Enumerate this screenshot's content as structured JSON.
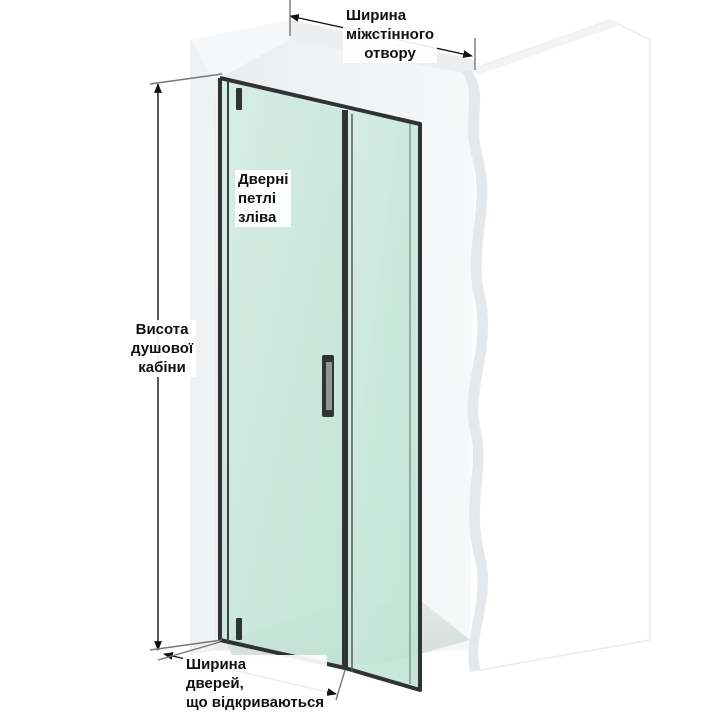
{
  "labels": {
    "opening_width": [
      "Ширина",
      "міжстінного",
      "отвору"
    ],
    "hinges": [
      "Дверні",
      "петлі",
      "зліва"
    ],
    "cabin_height": [
      "Висота",
      "душової",
      "кабіни"
    ],
    "door_width": [
      "Ширина",
      "дверей,",
      "що відкриваються"
    ]
  },
  "colors": {
    "background": "#ffffff",
    "wall": "#f4f5f6",
    "wall_shade": "#e7e9eb",
    "glass": "#cfe9e0",
    "frame": "#2f3334",
    "dimension_line": "#111111"
  }
}
